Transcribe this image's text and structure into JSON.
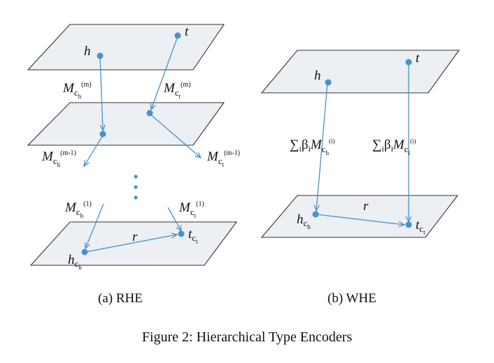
{
  "panel_a": {
    "caption": "(a) RHE",
    "labels": {
      "h": "h",
      "t": "t",
      "m_top_left": "M",
      "m_top_left_sub": "c",
      "m_top_left_subsub": "h",
      "m_top_left_sup": "(m)",
      "m_top_right": "M",
      "m_top_right_sub": "c",
      "m_top_right_subsub": "t",
      "m_top_right_sup": "(m)",
      "m_mid_left": "M",
      "m_mid_left_sub": "c",
      "m_mid_left_subsub": "h",
      "m_mid_left_sup": "(m-1)",
      "m_mid_right": "M",
      "m_mid_right_sub": "c",
      "m_mid_right_subsub": "t",
      "m_mid_right_sup": "(m-1)",
      "m_bot_left": "M",
      "m_bot_left_sub": "c",
      "m_bot_left_subsub": "h",
      "m_bot_left_sup": "(1)",
      "m_bot_right": "M",
      "m_bot_right_sub": "c",
      "m_bot_right_subsub": "t",
      "m_bot_right_sup": "(1)",
      "r": "r",
      "hc": "h",
      "hc_sub": "c",
      "hc_subsub": "h",
      "tc": "t",
      "tc_sub": "c",
      "tc_subsub": "t"
    }
  },
  "panel_b": {
    "caption": "(b) WHE",
    "labels": {
      "h": "h",
      "t": "t",
      "sum_left": "∑",
      "sum_left_i": "i",
      "sum_left_beta": "β",
      "sum_left_beta_i": "i",
      "sum_left_m": "M",
      "sum_left_sub": "c",
      "sum_left_subsub": "h",
      "sum_left_sup": "(i)",
      "sum_right": "∑",
      "sum_right_i": "i",
      "sum_right_beta": "β",
      "sum_right_beta_i": "i",
      "sum_right_m": "M",
      "sum_right_sub": "c",
      "sum_right_subsub": "t",
      "sum_right_sup": "(i)",
      "r": "r",
      "hc": "h",
      "hc_sub": "c",
      "hc_subsub": "h",
      "tc": "t",
      "tc_sub": "c",
      "tc_subsub": "t"
    }
  },
  "figure_caption": "Figure 2: Hierarchical Type Encoders",
  "colors": {
    "node": "#4a90cc",
    "arrow": "#4a90cc",
    "plane_fill": "#eceff3",
    "plane_stroke": "#333333"
  }
}
